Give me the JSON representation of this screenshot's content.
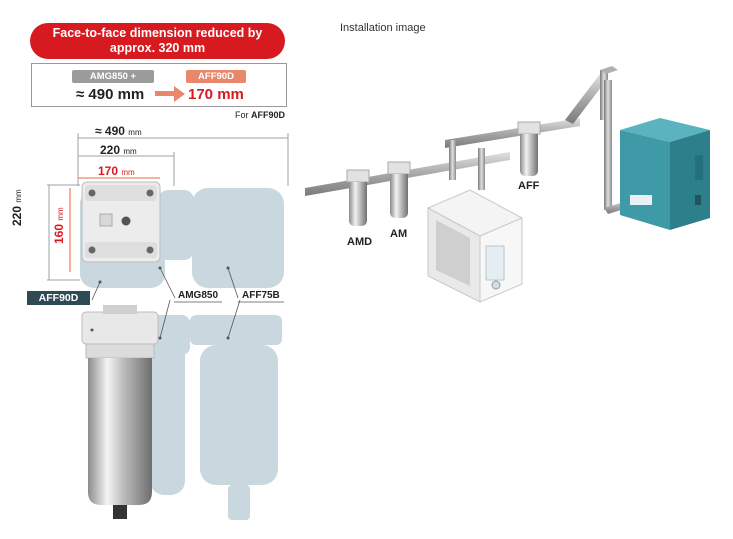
{
  "banner": {
    "line1": "Face-to-face dimension reduced by",
    "line2": "approx. 320 mm"
  },
  "comparison": {
    "old_models": "AMG850 + AFF75B",
    "new_model": "AFF90D",
    "old_value": "≈ 490 mm",
    "new_value": "170 mm",
    "note_prefix": "For ",
    "note_model": "AFF90D"
  },
  "dimensions": {
    "width_total": "≈ 490",
    "width_mid": "220",
    "width_unit": "170",
    "unit": "mm",
    "height_outer": "220",
    "height_inner": "160"
  },
  "callouts": {
    "aff90d": "AFF90D",
    "amg850": "AMG850",
    "aff75b": "AFF75B"
  },
  "installation": {
    "title": "Installation image",
    "amd": "AMD",
    "am": "AM",
    "aff": "AFF"
  },
  "colors": {
    "accent_red": "#d71920",
    "accent_orange": "#e8876b",
    "ghost_blue": "#c9d7df",
    "dark_tag": "#2e4a55",
    "compressor": "#3f9aa8"
  }
}
